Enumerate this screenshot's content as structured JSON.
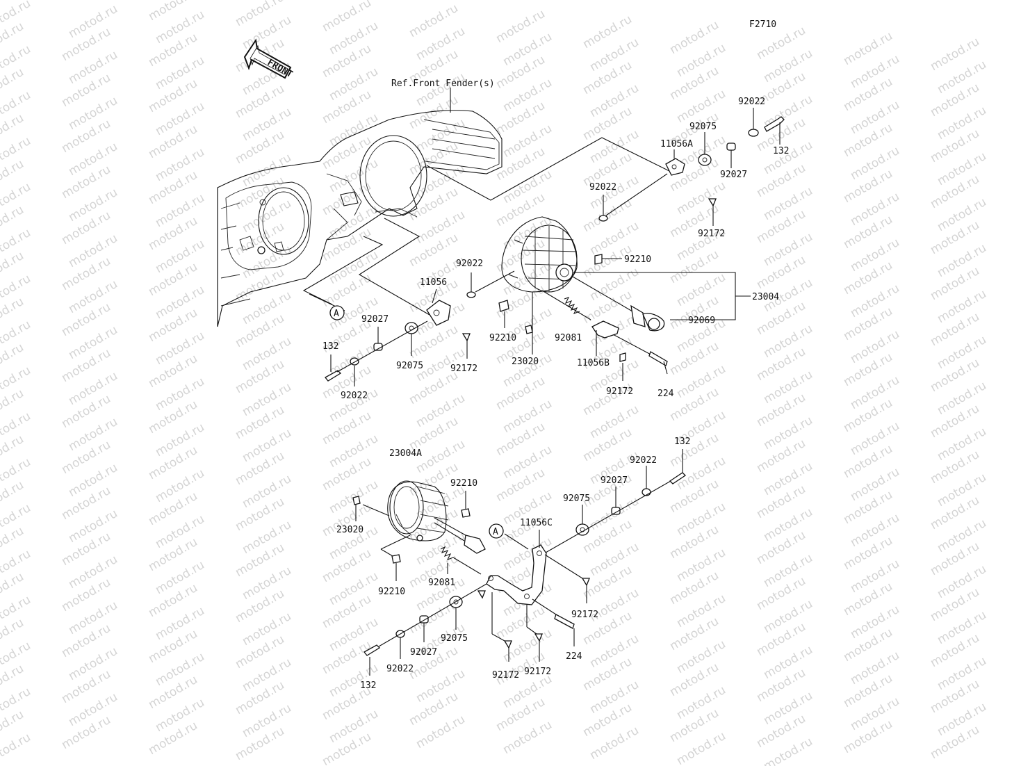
{
  "figure_code": "F2710",
  "front_marker": "FRONT",
  "ref_label": "Ref.Front Fender(s)",
  "watermark_text": "motod.ru",
  "callout_letter": "A",
  "labels": {
    "p92022_tr": "92022",
    "p92075_tr": "92075",
    "p11056A": "11056A",
    "p132_tr": "132",
    "p92027_tr": "92027",
    "p92022_m": "92022",
    "p92172_tr": "92172",
    "p92210_r": "92210",
    "p23004": "23004",
    "p92069": "92069",
    "p92022_c": "92022",
    "p11056": "11056",
    "p92210_c": "92210",
    "p92081_c": "92081",
    "p23020_c": "23020",
    "p11056B": "11056B",
    "p92172_c": "92172",
    "p224_c": "224",
    "p92027_l": "92027",
    "p132_l": "132",
    "p92075_l": "92075",
    "p92172_l": "92172",
    "p92022_l": "92022",
    "p23004A": "23004A",
    "p92210_b": "92210",
    "p23020_b": "23020",
    "p92210_b2": "92210",
    "p92081_b": "92081",
    "p132_b": "132",
    "p92022_b": "92022",
    "p92027_b": "92027",
    "p92075_b": "92075",
    "p11056C": "11056C",
    "p92172_b1": "92172",
    "p224_b": "224",
    "p92075_bl": "92075",
    "p92027_bl": "92027",
    "p92022_bl": "92022",
    "p132_bl": "132",
    "p92172_b2": "92172",
    "p92172_b3": "92172"
  }
}
